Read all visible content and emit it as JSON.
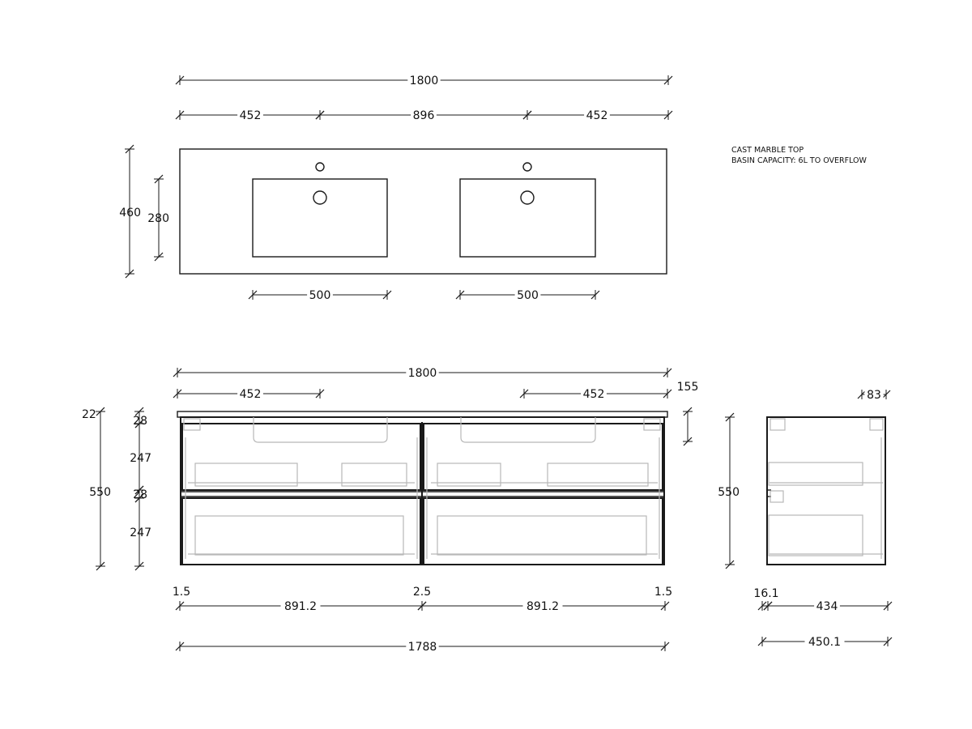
{
  "notes": {
    "line1": "CAST MARBLE TOP",
    "line2": "BASIN CAPACITY: 6L TO OVERFLOW"
  },
  "plan": {
    "overall_width": "1800",
    "left_offset": "452",
    "center_spacing": "896",
    "right_offset": "452",
    "total_depth": "460",
    "basin_depth": "280",
    "basin_width_left": "500",
    "basin_width_right": "500"
  },
  "front": {
    "overall_width": "1800",
    "left_offset": "452",
    "right_offset": "452",
    "top_thickness": "22",
    "height": "550",
    "drawer_gap_top": "28",
    "drawer_height_top": "247",
    "drawer_gap_mid": "28",
    "drawer_height_bottom": "247",
    "gap_left": "1.5",
    "gap_center": "2.5",
    "gap_right": "1.5",
    "drawer_width_left": "891.2",
    "drawer_width_right": "891.2",
    "cabinet_width": "1788",
    "top_overhang_height": "155"
  },
  "side": {
    "height": "550",
    "top_overhang": "83",
    "door_thickness": "16.1",
    "carcass_depth": "434",
    "overall_depth": "450.1"
  }
}
